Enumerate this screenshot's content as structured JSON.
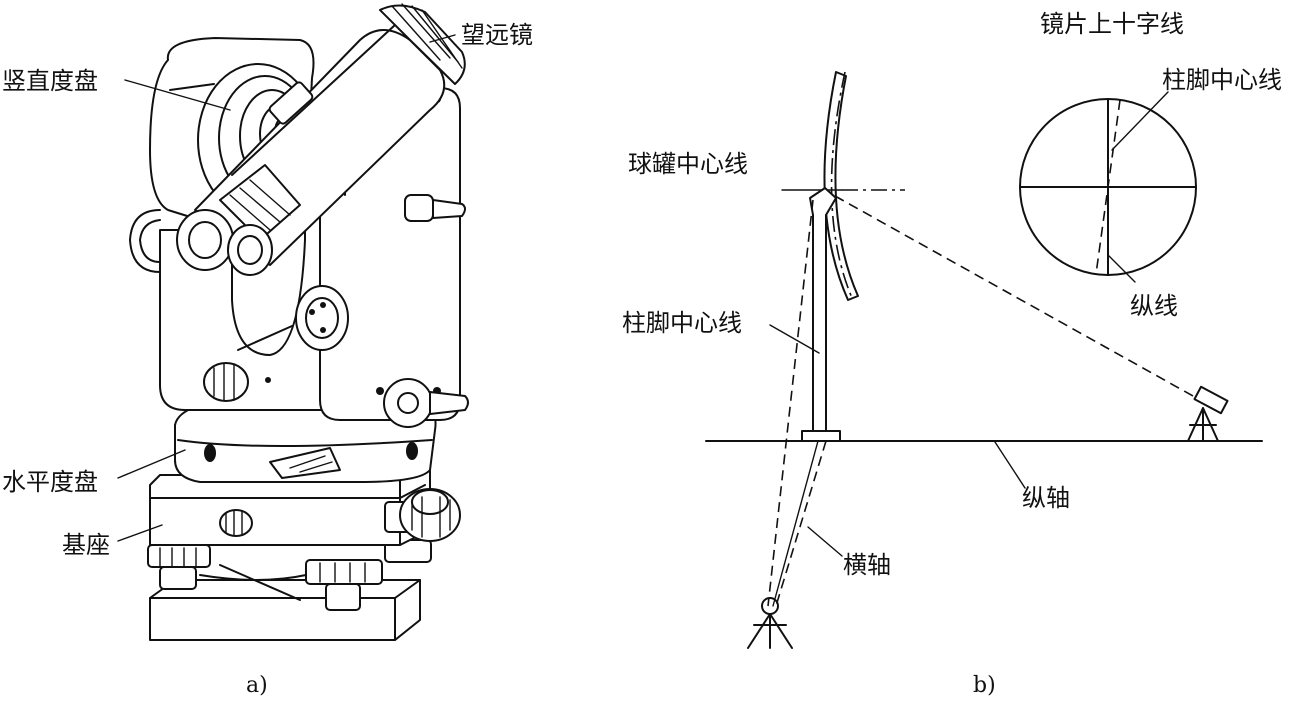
{
  "panel_a": {
    "caption": "a)",
    "labels": {
      "telescope": "望远镜",
      "vertical_circle": "竖直度盘",
      "horizontal_circle": "水平度盘",
      "base": "基座"
    }
  },
  "panel_b": {
    "caption": "b)",
    "labels": {
      "lens_crosshair": "镜片上十字线",
      "post_centerline_top": "柱脚中心线",
      "tank_centerline": "球罐中心线",
      "post_centerline_left": "柱脚中心线",
      "vertical_line": "纵线",
      "vertical_axis": "纵轴",
      "horizontal_axis": "横轴"
    }
  }
}
